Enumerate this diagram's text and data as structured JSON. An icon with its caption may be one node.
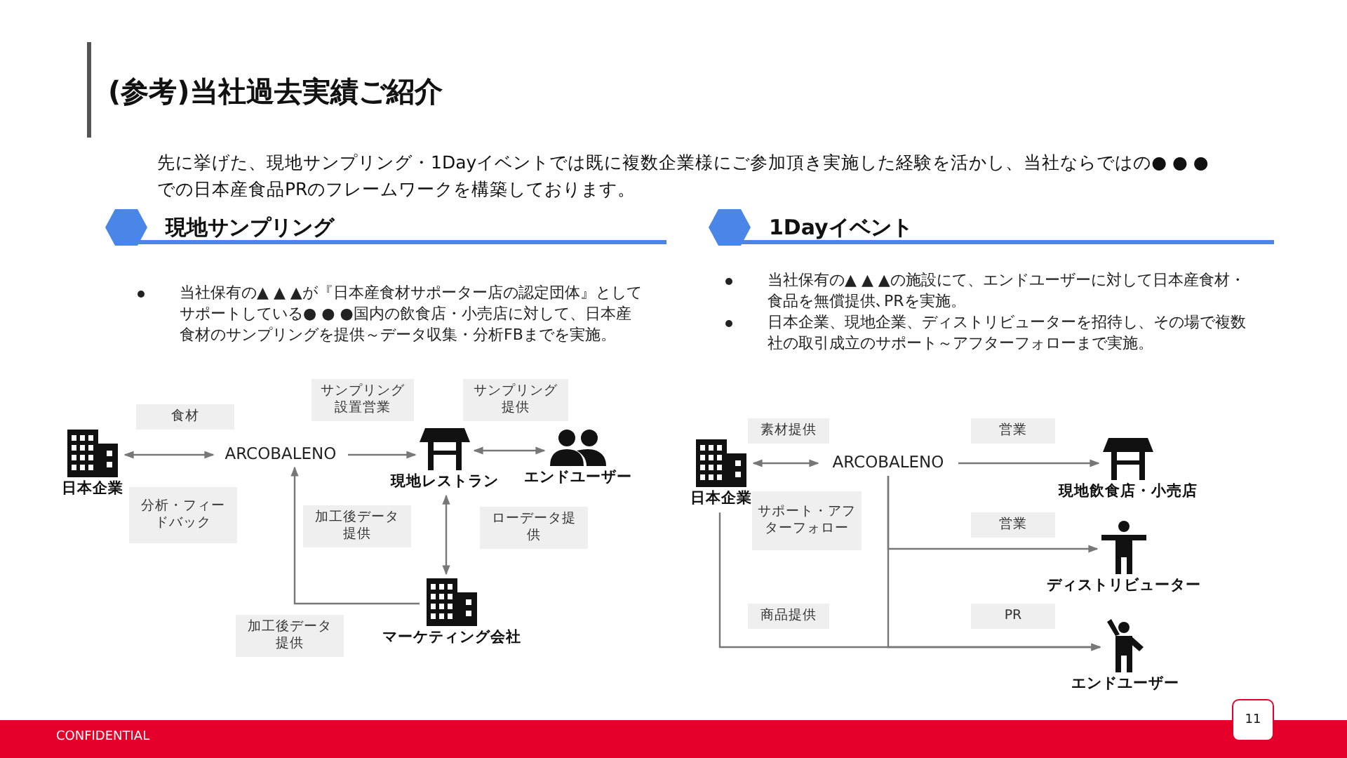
{
  "diagram": {
    "title": "(参考)当社過去実績ご紹介",
    "nodes": [
      {
        "text": [
          "サンプリング設置営業"
        ]
      },
      {
        "text": [
          "サンプリング提供"
        ]
      },
      {
        "text": [
          "食材"
        ]
      },
      {
        "text": [
          "日本企業"
        ]
      },
      {
        "text": [
          "ARCOBALENO"
        ]
      },
      {
        "text": [
          "現地レストラン"
        ]
      },
      {
        "text": [
          "エンドユーザー"
        ]
      },
      {
        "text": [
          "分析・フィードバック"
        ]
      },
      {
        "text": [
          "加工後データ提供"
        ]
      },
      {
        "text": [
          "ローデータ提供"
        ]
      },
      {
        "text": [
          "加工後データ提供"
        ]
      },
      {
        "text": [
          "マーケティング会社"
        ]
      },
      {
        "text": [
          "素材提供"
        ]
      },
      {
        "text": [
          "営業"
        ]
      },
      {
        "text": [
          "日本企業"
        ]
      },
      {
        "text": [
          "ARCOBALENO"
        ]
      },
      {
        "text": [
          "現地飲食店・小売店"
        ]
      },
      {
        "text": [
          "サポート・アフターフォロー"
        ]
      },
      {
        "text": [
          "営業"
        ]
      },
      {
        "text": [
          "ディストリビューター"
        ]
      },
      {
        "text": [
          "商品提供"
        ]
      },
      {
        "text": [
          "PR"
        ]
      },
      {
        "text": [
          "エンドユーザー"
        ]
      }
    ],
    "edges": [
      {
        "from": 3,
        "to": 4,
        "arrow": "both"
      },
      {
        "from": 4,
        "to": 5,
        "arrow": "to"
      },
      {
        "from": 5,
        "to": 6,
        "arrow": "both"
      },
      {
        "from": 5,
        "to": 11,
        "arrow": "both"
      },
      {
        "from": 11,
        "to": 4,
        "arrow": "to"
      },
      {
        "from": 14,
        "to": 15,
        "arrow": "both"
      },
      {
        "from": 15,
        "to": 16,
        "arrow": "to"
      },
      {
        "from": 15,
        "to": 19,
        "arrow": "to"
      },
      {
        "from": 15,
        "to": 22,
        "arrow": "to"
      },
      {
        "from": 14,
        "to": 22,
        "arrow": "to"
      }
    ],
    "labels": [
      "先に挙げた、現地サンプリング・1Dayイベントでは既に複数企業様にご参加頂き実施した経験を活かし、当社ならではの● ● ●での日本産食品PRのフレームワークを構築しております。",
      "現地サンプリング",
      "1Dayイベント",
      "当社保有の▲ ▲ ▲が『日本産食材サポーター店の認定団体』としてサポートしている● ● ●国内の飲食店・小売店に対して、日本産食材のサンプリングを提供～データ収集・分析FBまでを実施。",
      "当社保有の▲ ▲ ▲の施設にて、エンドユーザーに対して日本産食材・食品を無償提供､PRを実施。",
      "日本企業、現地企業、ディストリビューターを招待し、その場で複数社の取引成立のサポート～アフターフォローまで実施。",
      "CONFIDENTIAL",
      "11"
    ]
  }
}
